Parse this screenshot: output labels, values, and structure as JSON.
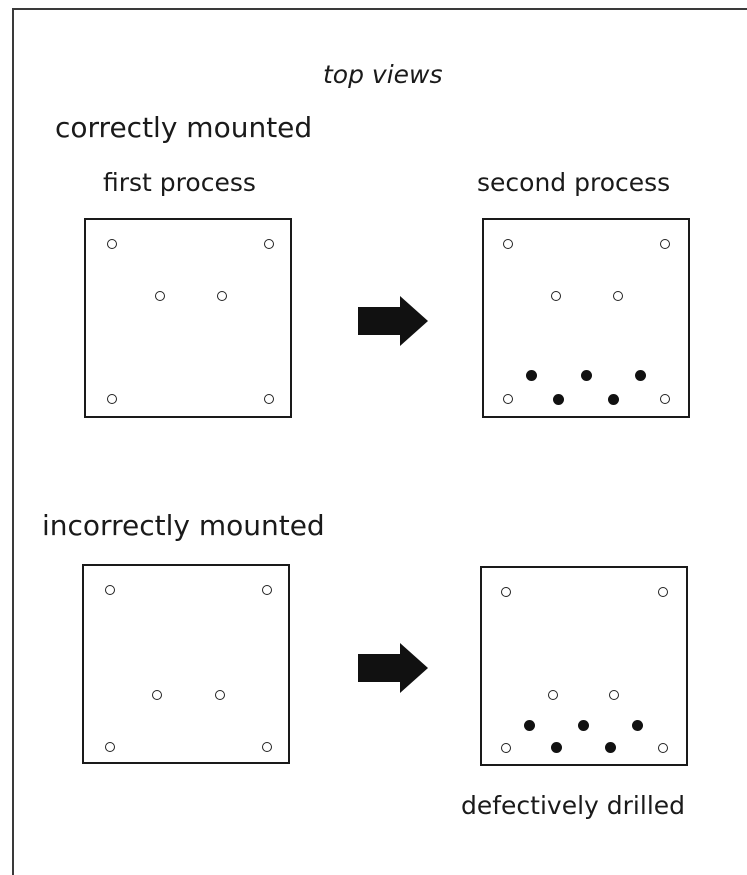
{
  "title": "top views",
  "correct": {
    "heading": "correctly mounted",
    "first_label": "first process",
    "second_label": "second process"
  },
  "incorrect": {
    "heading": "incorrectly mounted",
    "result_label": "defectively drilled"
  },
  "colors": {
    "line": "#1a1a1a",
    "arrow": "#111111",
    "background": "#ffffff"
  },
  "icons": {
    "arrow": "right-arrow-icon"
  }
}
